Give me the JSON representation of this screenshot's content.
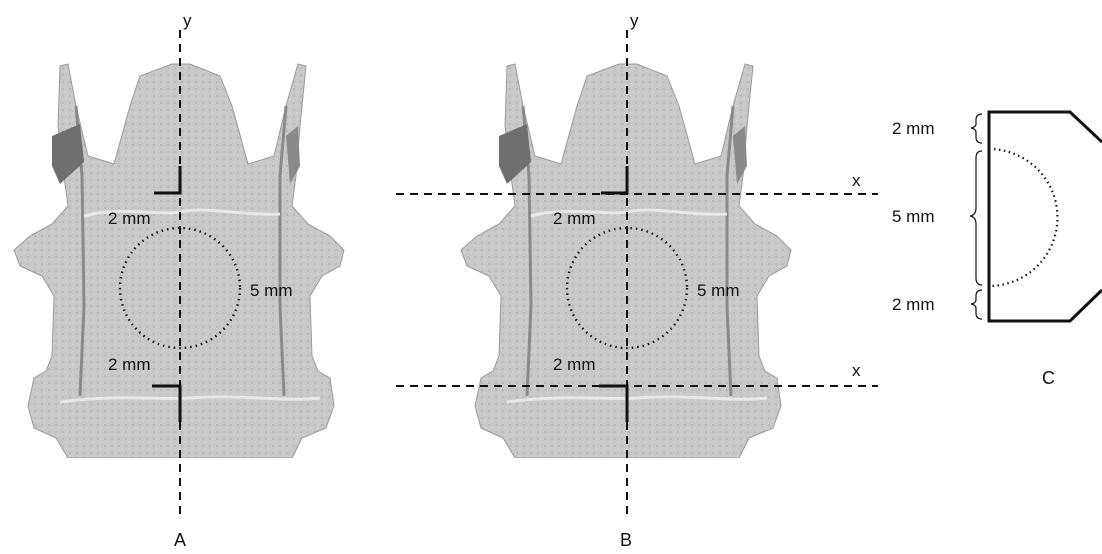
{
  "colors": {
    "skull_fill": "#c9c9c9",
    "skull_shadow": "#a9a9a9",
    "skull_dark": "#6f6f6f",
    "line": "#111111"
  },
  "panel_a": {
    "axis_y_label": "y",
    "top_margin_label": "2 mm",
    "circle_label": "5 mm",
    "bottom_margin_label": "2 mm",
    "panel_label": "A"
  },
  "panel_b": {
    "axis_y_label": "y",
    "axis_x_top_label": "x",
    "axis_x_bottom_label": "x",
    "top_margin_label": "2 mm",
    "circle_label": "5 mm",
    "bottom_margin_label": "2 mm",
    "panel_label": "B"
  },
  "panel_c": {
    "top_label": "2 mm",
    "middle_label": "5 mm",
    "bottom_label": "2 mm",
    "panel_label": "C"
  }
}
